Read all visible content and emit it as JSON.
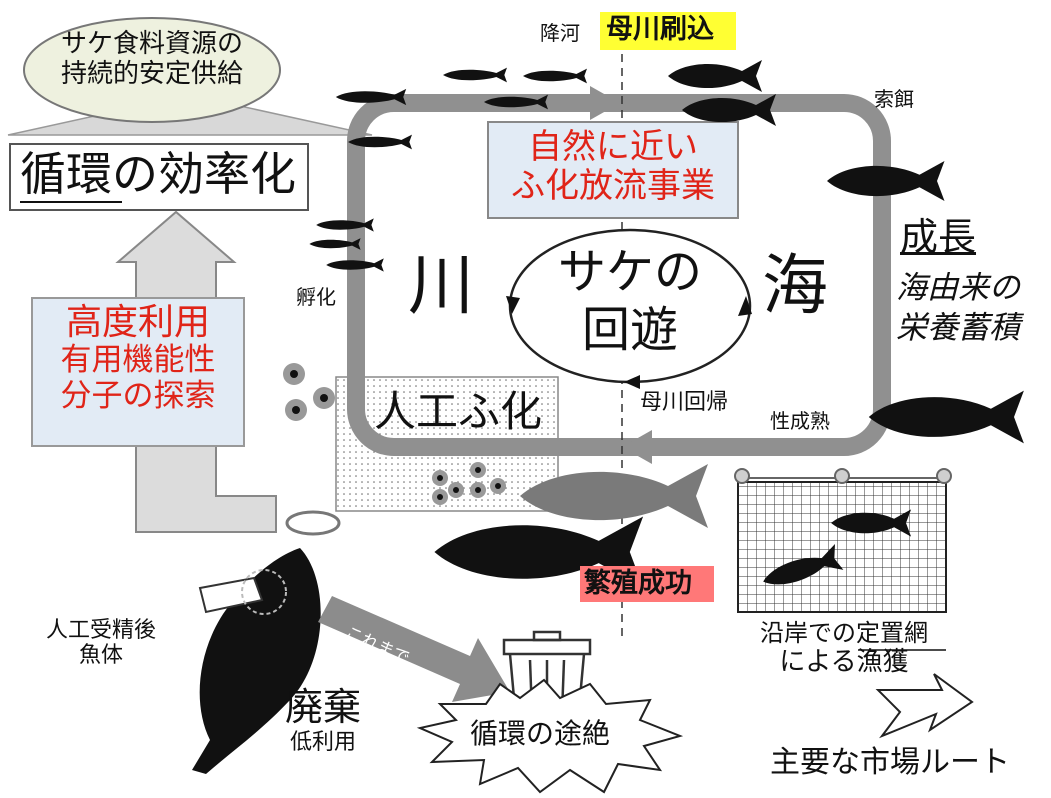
{
  "goal": {
    "line1": "サケ食料資源の",
    "line2": "持続的安定供給"
  },
  "efficiency": {
    "underlined": "循環",
    "rest": "の効率化"
  },
  "advanced_use": {
    "title": "高度利用",
    "line2": "有用機能性",
    "line3": "分子の探索"
  },
  "cycle": {
    "descent": "降河",
    "imprinting": "母川刷込",
    "feeding": "索餌",
    "natural_release": {
      "line1": "自然に近い",
      "line2": "ふ化放流事業"
    },
    "growth": {
      "title": "成長",
      "line1": "海由来の",
      "line2": "栄養蓄積"
    },
    "hatching": "孵化",
    "river": "川",
    "sea": "海",
    "migration": {
      "line1": "サケの",
      "line2": "回遊"
    },
    "artificial_hatching": "人工ふ化",
    "return": "母川回帰",
    "maturation": "性成熟",
    "spawning_success": "繁殖成功"
  },
  "fishery": {
    "line1_a": "沿岸での",
    "line1_b": "定置網",
    "line2": "による漁獲"
  },
  "disposal": {
    "body": {
      "line1": "人工受精後",
      "line2": "魚体"
    },
    "arrow_label": "これまで",
    "title": "廃棄",
    "subtitle": "低利用",
    "cut_off": "循環の途絶"
  },
  "market_route": "主要な市場ルート",
  "colors": {
    "cycle_arrow": "#909090",
    "light_arrow": "#dcdcdc",
    "red_text": "#e02418",
    "blue_box": "#e2ebf5",
    "yellow_highlight": "#ffff33",
    "pink_highlight": "#ff7878",
    "goal_ellipse": "#eef1df",
    "fish": "#111111",
    "gray_fish": "#7a7a7a"
  }
}
